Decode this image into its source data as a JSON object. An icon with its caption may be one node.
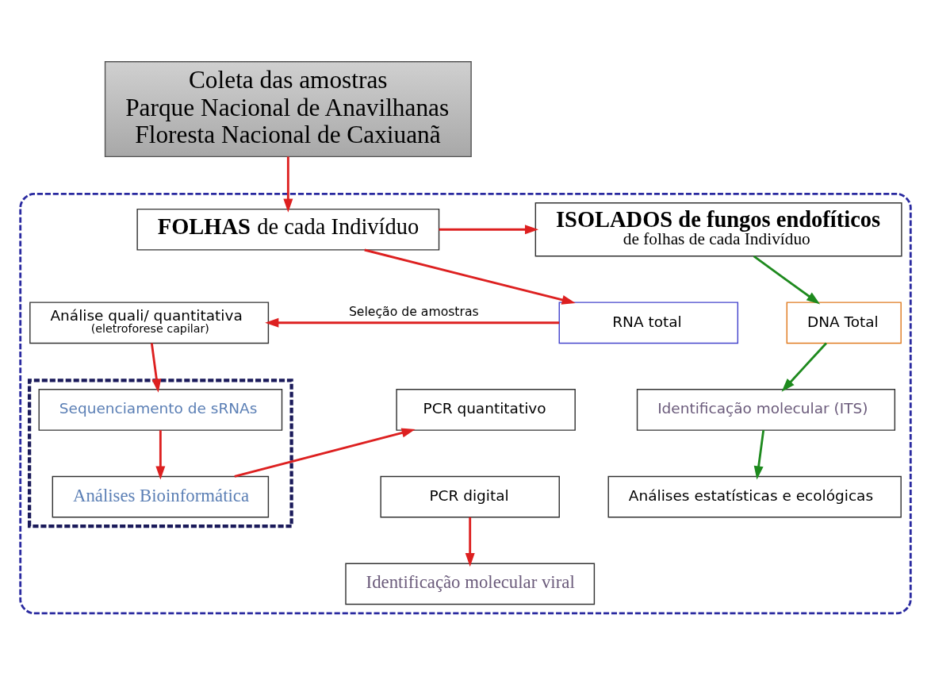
{
  "diagram": {
    "nodes": [
      {
        "text": [
          "Coleta das amostras",
          "Parque Nacional de Anavilhanas",
          "Floresta Nacional de Caxiuanã"
        ]
      },
      {
        "text": [],
        "shape": "box"
      },
      {
        "text": [
          "**FOLHAS** de cada Indivíduo"
        ],
        "in": 1
      },
      {
        "text": [
          "ISOLADOS de fungos endofíticos",
          "de folhas de cada Indivíduo"
        ],
        "in": 1
      },
      {
        "text": [
          "DNA Total"
        ],
        "in": 1
      },
      {
        "text": [
          "Identificação molecular (ITS)"
        ],
        "in": 1
      },
      {
        "text": [
          "Análises estatísticas e ecológicas"
        ],
        "in": 1
      },
      {
        "text": [
          "RNA total"
        ],
        "in": 1
      },
      {
        "text": [
          "Análise quali/ quantitativa",
          "(eletroforese capilar)"
        ],
        "in": 1
      },
      {
        "text": [],
        "shape": "box",
        "in": 1
      },
      {
        "text": [
          "Sequenciamento de sRNAs"
        ],
        "in": 9
      },
      {
        "text": [
          "Análises Bioinformática"
        ],
        "in": 9
      },
      {
        "text": [
          "PCR quantitativo"
        ],
        "in": 1
      },
      {
        "text": [
          "PCR digital"
        ],
        "in": 1
      },
      {
        "text": [
          "Identificação molecular viral"
        ],
        "in": 1
      }
    ],
    "edges": [
      {
        "from": 0,
        "to": 2,
        "arrow": "to"
      },
      {
        "from": 2,
        "to": 3,
        "arrow": "to"
      },
      {
        "from": 3,
        "to": 4,
        "arrow": "to",
        "color": "#1e8a1e"
      },
      {
        "from": 4,
        "to": 5,
        "arrow": "to",
        "color": "#1e8a1e"
      },
      {
        "from": 5,
        "to": 6,
        "arrow": "to",
        "color": "#1e8a1e"
      },
      {
        "from": 2,
        "to": 7,
        "arrow": "to"
      },
      {
        "from": 7,
        "to": 8,
        "arrow": "to",
        "label": "Seleção de amostras"
      },
      {
        "from": 8,
        "to": 10,
        "arrow": "to"
      },
      {
        "from": 10,
        "to": 11,
        "arrow": "to"
      },
      {
        "from": 11,
        "to": 12,
        "arrow": "to"
      },
      {
        "from": 13,
        "to": 14,
        "arrow": "to"
      }
    ]
  }
}
